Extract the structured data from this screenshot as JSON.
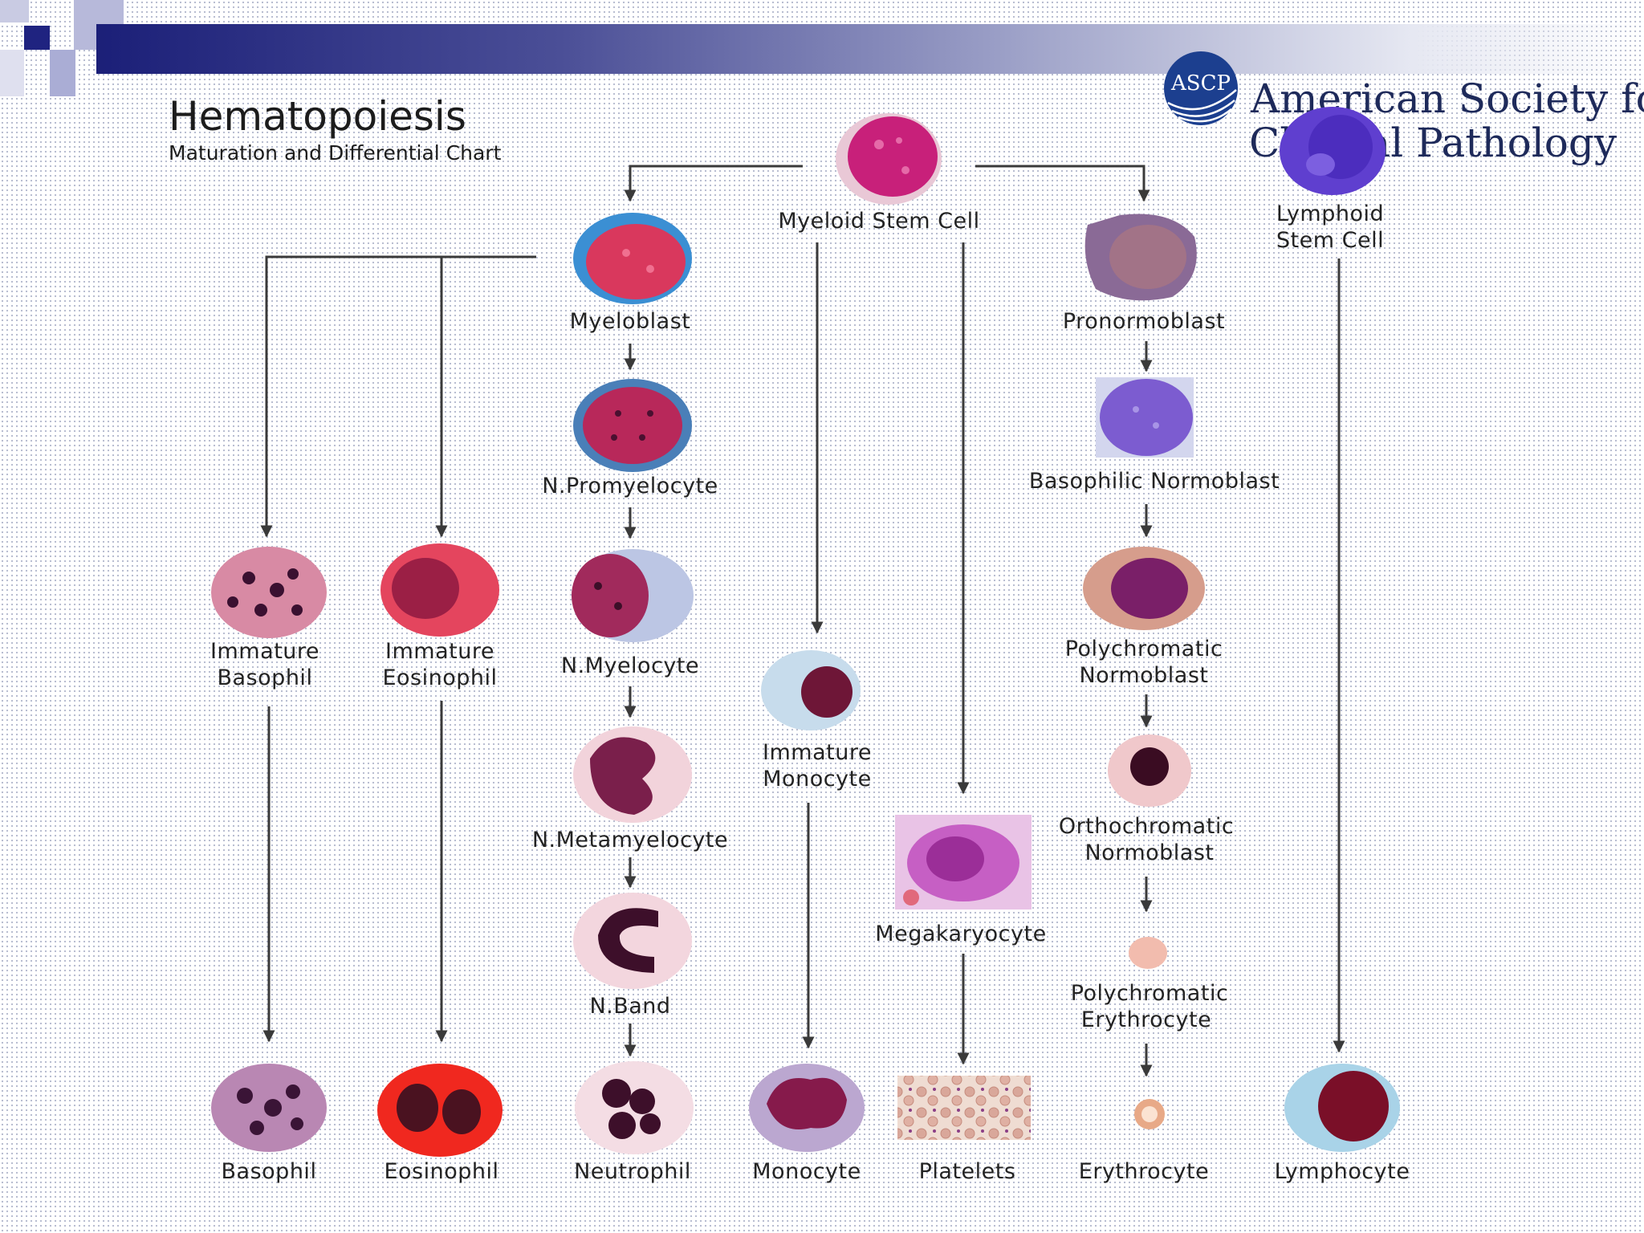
{
  "slide": {
    "title": "Hematopoiesis",
    "subtitle": "Maturation and Differential Chart"
  },
  "logo": {
    "badge": "ASCP",
    "line1": "American Society for",
    "line2": "Clinical Pathology"
  },
  "cells": {
    "myeloid_stem": {
      "label": [
        "Myeloid Stem Cell"
      ]
    },
    "lymphoid_stem": {
      "label": [
        "Lymphoid",
        "Stem Cell"
      ]
    },
    "myeloblast": {
      "label": [
        "Myeloblast"
      ]
    },
    "promyelocyte": {
      "label": [
        "N.Promyelocyte"
      ]
    },
    "myelocyte": {
      "label": [
        "N.Myelocyte"
      ]
    },
    "metamyelocyte": {
      "label": [
        "N.Metamyelocyte"
      ]
    },
    "band": {
      "label": [
        "N.Band"
      ]
    },
    "neutrophil": {
      "label": [
        "Neutrophil"
      ]
    },
    "imm_basophil": {
      "label": [
        "Immature",
        "Basophil"
      ]
    },
    "basophil": {
      "label": [
        "Basophil"
      ]
    },
    "imm_eosinophil": {
      "label": [
        "Immature",
        "Eosinophil"
      ]
    },
    "eosinophil": {
      "label": [
        "Eosinophil"
      ]
    },
    "imm_monocyte": {
      "label": [
        "Immature",
        "Monocyte"
      ]
    },
    "monocyte": {
      "label": [
        "Monocyte"
      ]
    },
    "megakaryocyte": {
      "label": [
        "Megakaryocyte"
      ]
    },
    "platelets": {
      "label": [
        "Platelets"
      ]
    },
    "pronormoblast": {
      "label": [
        "Pronormoblast"
      ]
    },
    "basophilic_normoblast": {
      "label": [
        "Basophilic Normoblast"
      ]
    },
    "polychromatic_normoblast": {
      "label": [
        "Polychromatic",
        "Normoblast"
      ]
    },
    "orthochromatic_normoblast": {
      "label": [
        "Orthochromatic",
        "Normoblast"
      ]
    },
    "polychromatic_erythrocyte": {
      "label": [
        "Polychromatic",
        "Erythrocyte"
      ]
    },
    "erythrocyte": {
      "label": [
        "Erythrocyte"
      ]
    },
    "lymphocyte": {
      "label": [
        "Lymphocyte"
      ]
    }
  },
  "colors": {
    "title_bar_dark": "#1b1f78",
    "deco_square_dark": "#1f2380",
    "deco_square_light": "#a9acd4",
    "arrow": "#3a3a3a",
    "logo_blue": "#1c3f8f"
  }
}
